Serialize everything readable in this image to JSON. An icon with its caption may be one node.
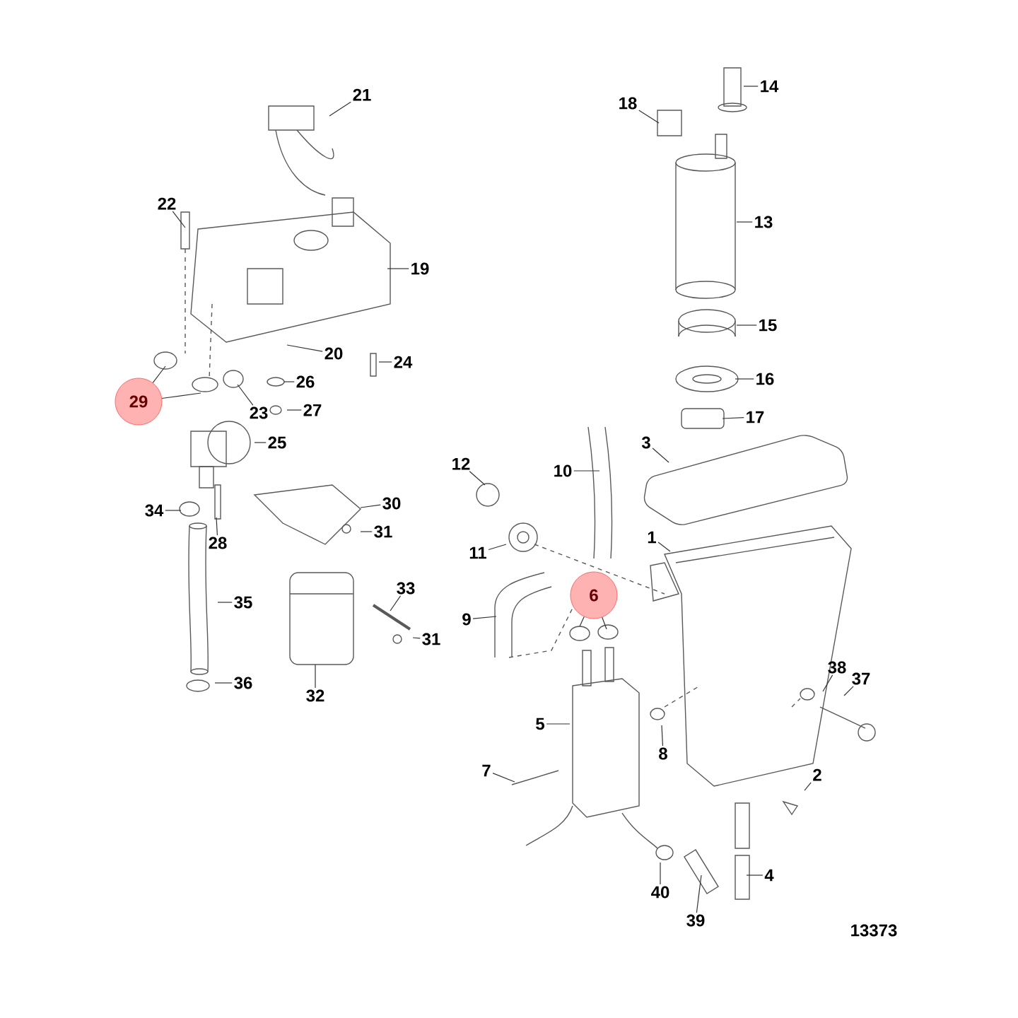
{
  "diagram": {
    "nodes": [
      {
        "text": [
          "1"
        ]
      },
      {
        "text": [
          "2"
        ]
      },
      {
        "text": [
          "3"
        ]
      },
      {
        "text": [
          "4"
        ]
      },
      {
        "text": [
          "5"
        ]
      },
      {
        "text": [
          "6"
        ]
      },
      {
        "text": [
          "7"
        ]
      },
      {
        "text": [
          "8"
        ]
      },
      {
        "text": [
          "9"
        ]
      },
      {
        "text": [
          "10"
        ]
      },
      {
        "text": [
          "11"
        ]
      },
      {
        "text": [
          "12"
        ]
      },
      {
        "text": [
          "13"
        ]
      },
      {
        "text": [
          "14"
        ]
      },
      {
        "text": [
          "15"
        ]
      },
      {
        "text": [
          "16"
        ]
      },
      {
        "text": [
          "17"
        ]
      },
      {
        "text": [
          "18"
        ]
      },
      {
        "text": [
          "19"
        ]
      },
      {
        "text": [
          "20"
        ]
      },
      {
        "text": [
          "21"
        ]
      },
      {
        "text": [
          "22"
        ]
      },
      {
        "text": [
          "23"
        ]
      },
      {
        "text": [
          "24"
        ]
      },
      {
        "text": [
          "25"
        ]
      },
      {
        "text": [
          "26"
        ]
      },
      {
        "text": [
          "27"
        ]
      },
      {
        "text": [
          "28"
        ]
      },
      {
        "text": [
          "29"
        ]
      },
      {
        "text": [
          "30"
        ]
      },
      {
        "text": [
          "31"
        ]
      },
      {
        "text": [
          "31"
        ]
      },
      {
        "text": [
          "32"
        ]
      },
      {
        "text": [
          "33"
        ]
      },
      {
        "text": [
          "34"
        ]
      },
      {
        "text": [
          "35"
        ]
      },
      {
        "text": [
          "36"
        ]
      },
      {
        "text": [
          "37"
        ]
      },
      {
        "text": [
          "38"
        ]
      },
      {
        "text": [
          "39"
        ]
      },
      {
        "text": [
          "40"
        ]
      }
    ],
    "edges": [
      {
        "from": 0,
        "to": null,
        "arrow": "none"
      },
      {
        "from": 1,
        "to": null,
        "arrow": "none"
      },
      {
        "from": 2,
        "to": null,
        "arrow": "none"
      },
      {
        "from": 3,
        "to": null,
        "arrow": "none"
      },
      {
        "from": 4,
        "to": null,
        "arrow": "none"
      },
      {
        "from": 5,
        "to": null,
        "arrow": "none"
      },
      {
        "from": 5,
        "to": null,
        "arrow": "none"
      },
      {
        "from": 6,
        "to": null,
        "arrow": "none"
      },
      {
        "from": 7,
        "to": null,
        "arrow": "none"
      },
      {
        "from": 8,
        "to": null,
        "arrow": "none"
      },
      {
        "from": 9,
        "to": null,
        "arrow": "none"
      },
      {
        "from": 10,
        "to": null,
        "arrow": "none"
      },
      {
        "from": 11,
        "to": null,
        "arrow": "none"
      },
      {
        "from": 12,
        "to": null,
        "arrow": "none"
      },
      {
        "from": 13,
        "to": null,
        "arrow": "none"
      },
      {
        "from": 14,
        "to": null,
        "arrow": "none"
      },
      {
        "from": 15,
        "to": null,
        "arrow": "none"
      },
      {
        "from": 16,
        "to": null,
        "arrow": "none"
      },
      {
        "from": 17,
        "to": null,
        "arrow": "none"
      },
      {
        "from": 18,
        "to": null,
        "arrow": "none"
      },
      {
        "from": 19,
        "to": null,
        "arrow": "none"
      },
      {
        "from": 20,
        "to": null,
        "arrow": "none"
      },
      {
        "from": 21,
        "to": null,
        "arrow": "none"
      },
      {
        "from": 22,
        "to": null,
        "arrow": "none"
      },
      {
        "from": 23,
        "to": null,
        "arrow": "none"
      },
      {
        "from": 24,
        "to": null,
        "arrow": "none"
      },
      {
        "from": 25,
        "to": null,
        "arrow": "none"
      },
      {
        "from": 26,
        "to": null,
        "arrow": "none"
      },
      {
        "from": 27,
        "to": null,
        "arrow": "none"
      },
      {
        "from": 28,
        "to": null,
        "arrow": "none"
      },
      {
        "from": 28,
        "to": null,
        "arrow": "none"
      },
      {
        "from": 29,
        "to": null,
        "arrow": "none"
      },
      {
        "from": 30,
        "to": null,
        "arrow": "none"
      },
      {
        "from": 31,
        "to": null,
        "arrow": "none"
      },
      {
        "from": 32,
        "to": null,
        "arrow": "none"
      },
      {
        "from": 33,
        "to": null,
        "arrow": "none"
      },
      {
        "from": 34,
        "to": null,
        "arrow": "none"
      },
      {
        "from": 35,
        "to": null,
        "arrow": "none"
      },
      {
        "from": 36,
        "to": null,
        "arrow": "none"
      },
      {
        "from": 37,
        "to": null,
        "arrow": "none"
      },
      {
        "from": 38,
        "to": null,
        "arrow": "none"
      },
      {
        "from": 39,
        "to": null,
        "arrow": "none"
      },
      {
        "from": 40,
        "to": null,
        "arrow": "none"
      }
    ],
    "labels": [
      "13373"
    ]
  }
}
